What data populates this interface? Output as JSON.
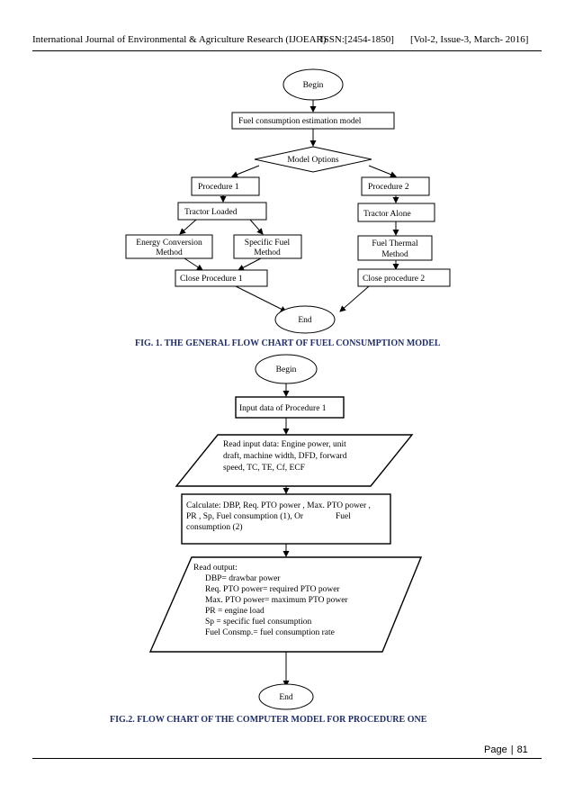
{
  "header": {
    "journal": "International Journal of Environmental & Agriculture Research (IJOEAR)",
    "issn": "ISSN:[2454-1850]",
    "volume": "[Vol-2, Issue-3, March- 2016]"
  },
  "figure1": {
    "begin": "Begin",
    "model": "Fuel consumption estimation model",
    "options": "Model Options",
    "procedure1": "Procedure 1",
    "procedure2": "Procedure 2",
    "tractor_loaded": "Tractor Loaded",
    "tractor_alone": "Tractor Alone",
    "energy_conversion_l1": "Energy Conversion",
    "energy_conversion_l2": "Method",
    "specific_fuel_l1": "Specific Fuel",
    "specific_fuel_l2": "Method",
    "fuel_thermal_l1": "Fuel Thermal",
    "fuel_thermal_l2": "Method",
    "close1": "Close Procedure 1",
    "close2": "Close procedure 2",
    "end": "End",
    "caption": "FIG. 1. THE GENERAL FLOW CHART OF FUEL CONSUMPTION MODEL"
  },
  "figure2": {
    "begin": "Begin",
    "input": "Input data of Procedure 1",
    "read_input_l1": "Read input data: Engine power, unit",
    "read_input_l2": "draft, machine width, DFD, forward",
    "read_input_l3": "speed, TC, TE, Cf, ECF",
    "calc_l1": "Calculate: DBP, Req. PTO power , Max. PTO power ,",
    "calc_l2": "PR , Sp, Fuel consumption (1), Or",
    "calc_l2b": "Fuel",
    "calc_l3": "consumption (2)",
    "output_l1": "Read output:",
    "output_l2": "DBP= drawbar power",
    "output_l3": "Req. PTO power= required PTO power",
    "output_l4": "Max. PTO power= maximum PTO power",
    "output_l5": "PR = engine load",
    "output_l6": "Sp = specific fuel consumption",
    "output_l7": "Fuel Consmp.= fuel consumption rate",
    "end": "End",
    "caption": "FIG.2. FLOW CHART OF THE COMPUTER MODEL FOR PROCEDURE ONE"
  },
  "footer": {
    "page_label": "Page",
    "page_sep": "|",
    "page_number": "81"
  }
}
